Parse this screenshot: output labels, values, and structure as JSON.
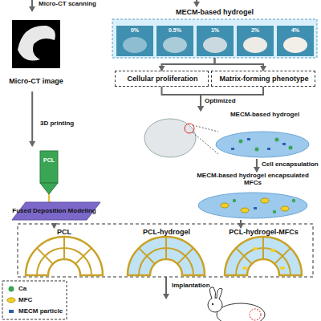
{
  "diagram": {
    "nodes": [
      {
        "text": [
          "Micro-CT image"
        ]
      },
      {
        "text": [
          "PCL",
          "Fused Deposition Modeling"
        ]
      },
      {
        "text": [
          "MECM-based hydrogel",
          "0%",
          "0.5%",
          "1%",
          "2%",
          "4%"
        ]
      },
      {
        "text": [
          "Cellular proliferation"
        ]
      },
      {
        "text": [
          "Matrix-forming phenotype"
        ]
      },
      {
        "text": [
          "MECM-based hydrogel"
        ]
      },
      {
        "text": [
          "MECM-based hydrogel encapsulated MFCs"
        ]
      },
      {
        "text": [
          "PCL"
        ]
      },
      {
        "text": [
          "PCL-hydrogel"
        ]
      },
      {
        "text": [
          "PCL-hydrogel-MFCs"
        ]
      }
    ],
    "edges": [
      {
        "from": 0,
        "to": 1,
        "label": "3D printing",
        "arrow": "to"
      },
      {
        "from": 2,
        "to": 3,
        "arrow": "to"
      },
      {
        "from": 2,
        "to": 4,
        "arrow": "to"
      },
      {
        "from": 3,
        "to": 5,
        "label": "Optimized",
        "arrow": "to"
      },
      {
        "from": 4,
        "to": 5,
        "arrow": "to"
      },
      {
        "from": 5,
        "to": 6,
        "label": "Cell encapsulation",
        "arrow": "to"
      },
      {
        "from": 1,
        "to": 7,
        "arrow": "to"
      },
      {
        "from": 6,
        "to": 9,
        "arrow": "to"
      }
    ],
    "labels": [
      "Micro-CT scanning",
      "Implantation"
    ],
    "legend": [
      {
        "text": "Ca"
      },
      {
        "text": "MFC"
      },
      {
        "text": "MECM particle"
      }
    ]
  }
}
